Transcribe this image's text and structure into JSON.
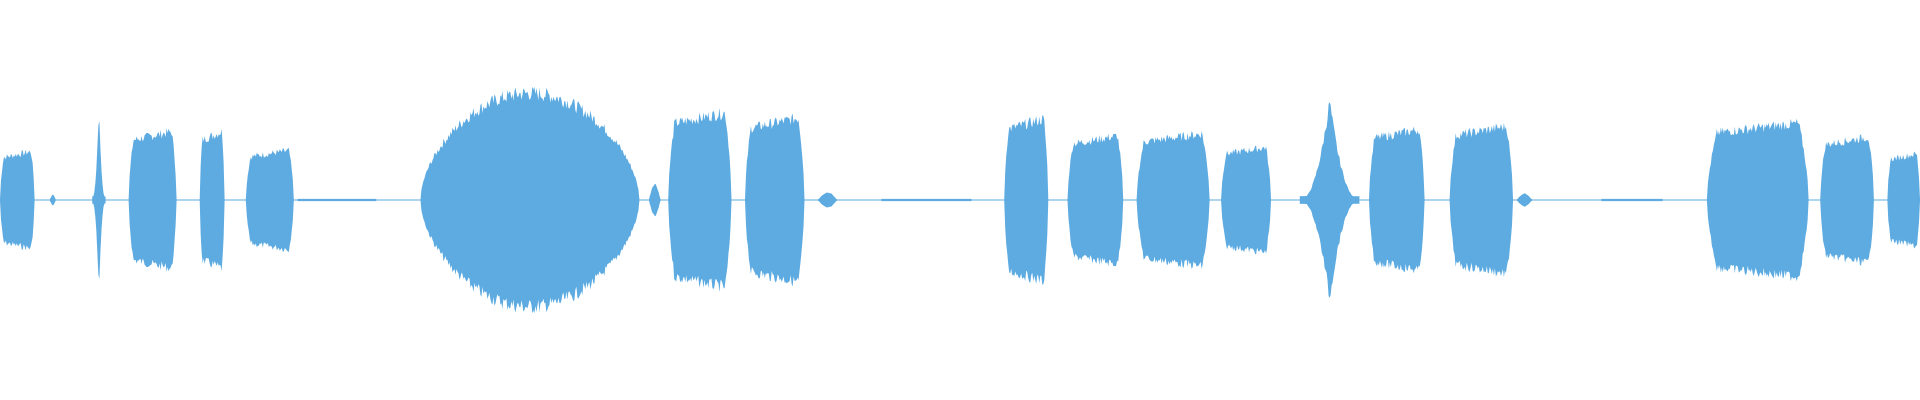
{
  "waveform": {
    "color": "#5dabe1",
    "background": "#ffffff",
    "shape": "symmetric-audio-envelope",
    "segments": [
      {
        "type": "burst",
        "start": 0.0,
        "end": 0.018,
        "amplitude": 0.46
      },
      {
        "type": "bleep",
        "start": 0.026,
        "end": 0.029,
        "amplitude": 0.05
      },
      {
        "type": "spike",
        "start": 0.048,
        "end": 0.055,
        "amplitude": 0.85
      },
      {
        "type": "burst",
        "start": 0.067,
        "end": 0.092,
        "amplitude": 0.65
      },
      {
        "type": "burst",
        "start": 0.104,
        "end": 0.117,
        "amplitude": 0.65
      },
      {
        "type": "burst",
        "start": 0.128,
        "end": 0.153,
        "amplitude": 0.47
      },
      {
        "type": "tone",
        "start": 0.155,
        "end": 0.196,
        "amplitude": 0.01
      },
      {
        "type": "dome",
        "start": 0.219,
        "end": 0.333,
        "amplitude": 1.0
      },
      {
        "type": "bleep",
        "start": 0.338,
        "end": 0.344,
        "amplitude": 0.15
      },
      {
        "type": "burst",
        "start": 0.348,
        "end": 0.381,
        "amplitude": 0.83
      },
      {
        "type": "burst",
        "start": 0.388,
        "end": 0.419,
        "amplitude": 0.78
      },
      {
        "type": "bleep",
        "start": 0.426,
        "end": 0.436,
        "amplitude": 0.07
      },
      {
        "type": "tone",
        "start": 0.459,
        "end": 0.506,
        "amplitude": 0.01
      },
      {
        "type": "burst",
        "start": 0.523,
        "end": 0.546,
        "amplitude": 0.77
      },
      {
        "type": "burst",
        "start": 0.556,
        "end": 0.585,
        "amplitude": 0.61
      },
      {
        "type": "burst",
        "start": 0.592,
        "end": 0.63,
        "amplitude": 0.63
      },
      {
        "type": "burst",
        "start": 0.636,
        "end": 0.662,
        "amplitude": 0.5
      },
      {
        "type": "spike",
        "start": 0.677,
        "end": 0.708,
        "amplitude": 0.92
      },
      {
        "type": "burst",
        "start": 0.713,
        "end": 0.742,
        "amplitude": 0.67
      },
      {
        "type": "burst",
        "start": 0.755,
        "end": 0.788,
        "amplitude": 0.7
      },
      {
        "type": "bleep",
        "start": 0.79,
        "end": 0.798,
        "amplitude": 0.06
      },
      {
        "type": "tone",
        "start": 0.834,
        "end": 0.866,
        "amplitude": 0.01
      },
      {
        "type": "burst",
        "start": 0.889,
        "end": 0.942,
        "amplitude": 0.73
      },
      {
        "type": "burst",
        "start": 0.948,
        "end": 0.976,
        "amplitude": 0.6
      },
      {
        "type": "burst",
        "start": 0.983,
        "end": 1.0,
        "amplitude": 0.44
      }
    ]
  }
}
